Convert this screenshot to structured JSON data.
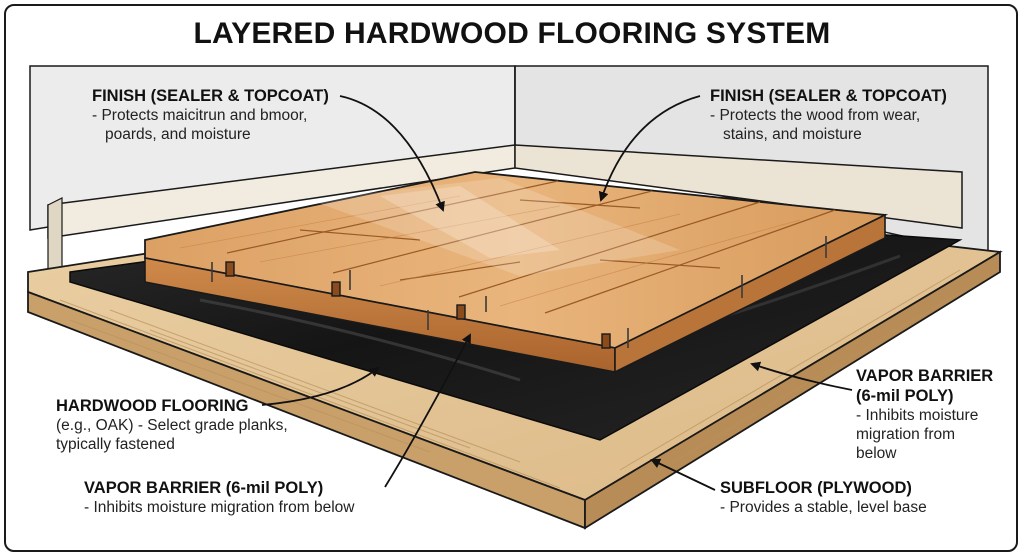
{
  "title": "LAYERED HARDWOOD FLOORING SYSTEM",
  "colors": {
    "wall": "#ececec",
    "wood_light": "#e8b47c",
    "wood_mid": "#d0894a",
    "wood_dark": "#a9632c",
    "barrier": "#1f1f1f",
    "subfloor": "#e3c394",
    "outline": "#1a1a1a"
  },
  "labels": {
    "finish_left": {
      "heading": "FINISH (SEALER & TOPCOAT)",
      "lines": [
        "- Protects maicitrun and bmoor,",
        "poards, and moisture"
      ]
    },
    "finish_right": {
      "heading": "FINISH (SEALER & TOPCOAT)",
      "lines": [
        "- Protects the wood from wear,",
        "stains, and moisture"
      ]
    },
    "hardwood": {
      "heading": "HARDWOOD FLOORING",
      "lines": [
        "(e.g., OAK) - Select grade planks,",
        "typically fastened"
      ]
    },
    "vapor_bottom": {
      "heading": "VAPOR BARRIER (6-mil POLY)",
      "lines": [
        "- Inhibits moisture migration from below"
      ]
    },
    "vapor_right": {
      "heading_lines": [
        "VAPOR BARRIER",
        "(6-mil POLY)"
      ],
      "lines": [
        "- Inhibits moisture",
        "migration from",
        "below"
      ]
    },
    "subfloor": {
      "heading": "SUBFLOOR (PLYWOOD)",
      "lines": [
        "- Provides a stable, level base"
      ]
    }
  }
}
